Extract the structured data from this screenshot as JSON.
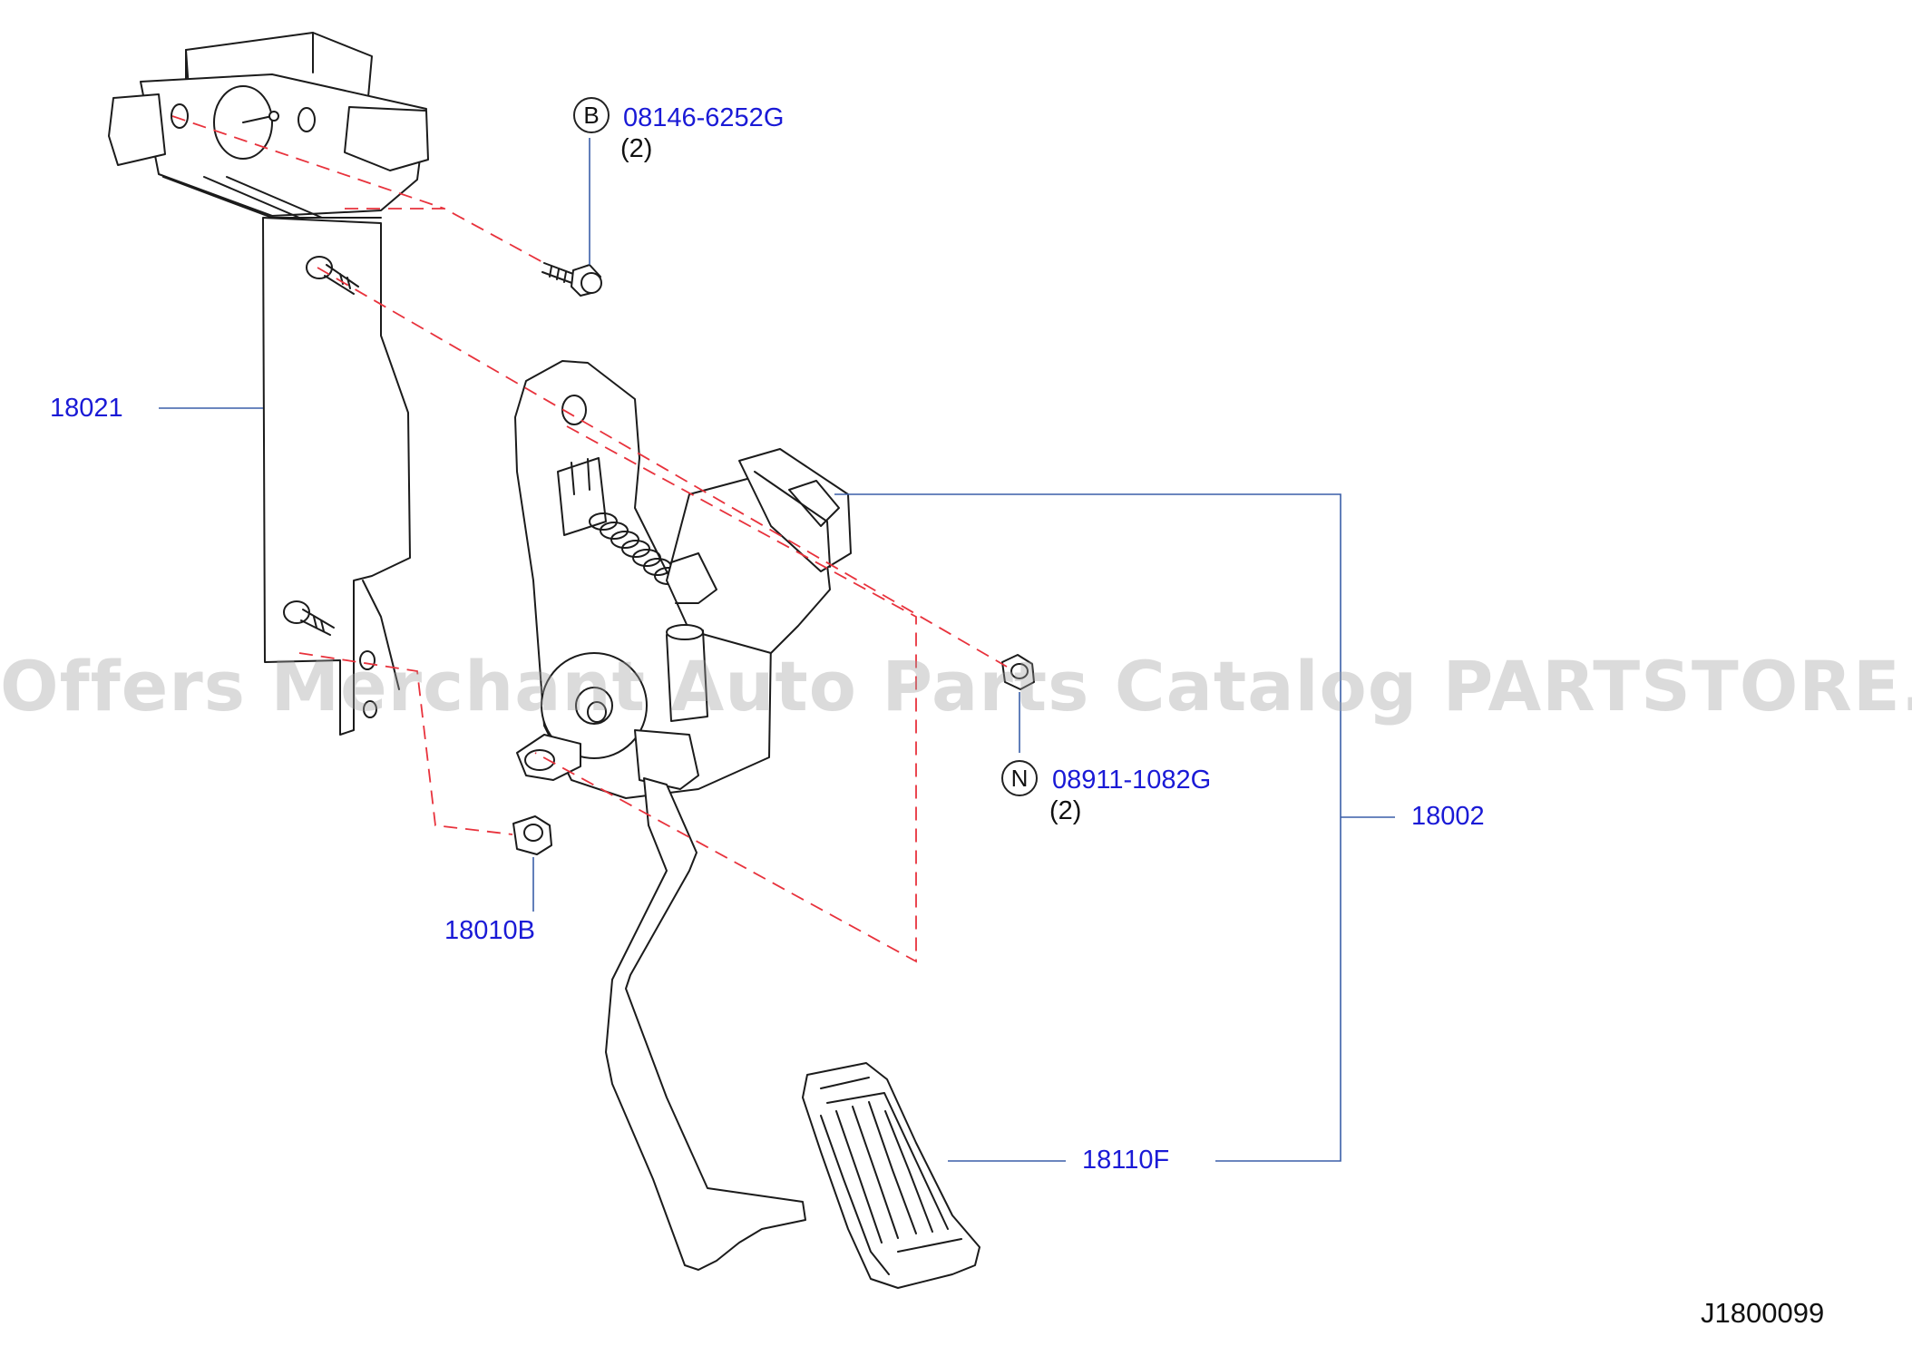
{
  "parts": {
    "bolt": {
      "circle_letter": "B",
      "number": "08146-6252G",
      "qty": "(2)"
    },
    "nut": {
      "circle_letter": "N",
      "number": "08911-1082G",
      "qty": "(2)"
    },
    "bracket": {
      "number": "18021"
    },
    "grommet": {
      "number": "18010B"
    },
    "pedal_assembly": {
      "number": "18002"
    },
    "pedal_pad": {
      "number": "18110F"
    }
  },
  "diagram_code": "J1800099",
  "watermark": "Offers Merchant Auto Parts Catalog PARTSTORE.SA",
  "colors": {
    "part_number": "#1a1ad6",
    "leader_line": "#3a5fa8",
    "alignment_line": "#e8323c",
    "outline": "#1b1b1b"
  }
}
